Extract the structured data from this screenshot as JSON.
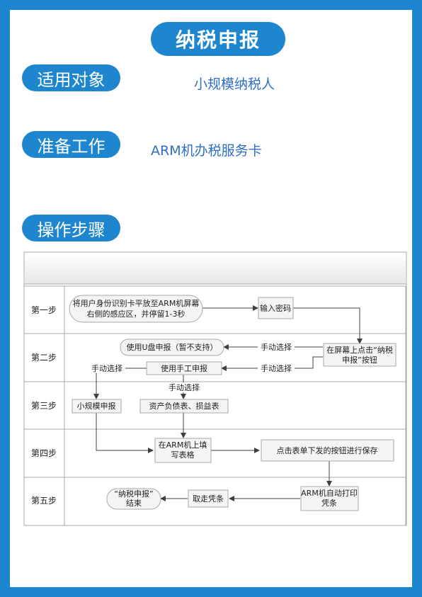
{
  "header": {
    "title": "纳税申报"
  },
  "sections": [
    {
      "label": "适用对象",
      "value": "小规模纳税人"
    },
    {
      "label": "准备工作",
      "value": "ARM机办税服务卡"
    },
    {
      "label": "操作步骤",
      "value": ""
    }
  ],
  "steps": [
    "第一步",
    "第二步",
    "第三步",
    "第四步",
    "第五步"
  ],
  "nodes": {
    "start": [
      "将用户身份识别卡平放至ARM机屏幕",
      "右侧的感应区，并停留1-3秒"
    ],
    "password": "输入密码",
    "click_button": [
      "在屏幕上点击“纳税",
      "申报”按钮"
    ],
    "usb": "使用U盘申报（暂不支持）",
    "manual": "使用手工申报",
    "small": "小规模申报",
    "assets": "资产负债表、损益表",
    "fill": [
      "在ARM机上填",
      "写表格"
    ],
    "save": "点击表单下发的按钮进行保存",
    "print": [
      "ARM机自动打印",
      "凭条"
    ],
    "take": "取走凭条",
    "end": [
      "“纳税申报”",
      "结束"
    ]
  },
  "edge_labels": {
    "choose_usb": "手动选择",
    "choose_manual": "手动选择",
    "choose_small": "手动选择",
    "choose_assets": "手动选择"
  },
  "colors": {
    "frame": "#1d86cf",
    "value_text": "#2f6fc4",
    "node_fill": "#f4f4f4",
    "node_stroke": "#a9a9a9"
  }
}
